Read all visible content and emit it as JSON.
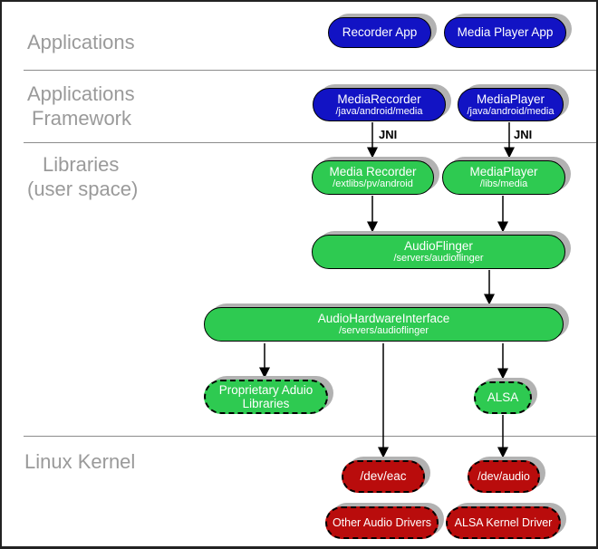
{
  "colors": {
    "app_blue": "#1213c4",
    "lib_green": "#2eca51",
    "kernel_red": "#b90c0c",
    "shadow_gray": "#b2b2b2",
    "label_gray": "#9a9a9a",
    "divider_gray": "#8c8c8c"
  },
  "layers": {
    "applications": {
      "line1": "Applications"
    },
    "framework": {
      "line1": "Applications",
      "line2": "Framework"
    },
    "libraries": {
      "line1": "Libraries",
      "line2": "(user space)"
    },
    "kernel": {
      "line1": "Linux Kernel"
    }
  },
  "labels": {
    "jni": "JNI"
  },
  "nodes": {
    "recorder_app": {
      "title": "Recorder App"
    },
    "media_player_app": {
      "title": "Media Player App"
    },
    "media_recorder_fw": {
      "title": "MediaRecorder",
      "subtitle": "/java/android/media"
    },
    "media_player_fw": {
      "title": "MediaPlayer",
      "subtitle": "/java/android/media"
    },
    "media_recorder_lib": {
      "title": "Media Recorder",
      "subtitle": "/extlibs/pv/android"
    },
    "media_player_lib": {
      "title": "MediaPlayer",
      "subtitle": "/libs/media"
    },
    "audio_flinger": {
      "title": "AudioFlinger",
      "subtitle": "/servers/audioflinger"
    },
    "audio_hardware_interface": {
      "title": "AudioHardwareInterface",
      "subtitle": "/servers/audioflinger"
    },
    "proprietary_audio_libraries": {
      "title": "Proprietary Aduio",
      "title2": "Libraries"
    },
    "alsa": {
      "title": "ALSA"
    },
    "dev_eac": {
      "title": "/dev/eac"
    },
    "dev_audio": {
      "title": "/dev/audio"
    },
    "other_audio_drivers": {
      "title": "Other Audio Drivers"
    },
    "alsa_kernel_driver": {
      "title": "ALSA Kernel Driver"
    }
  },
  "edges": [
    {
      "from": "media_recorder_fw",
      "to": "media_recorder_lib",
      "label": "JNI"
    },
    {
      "from": "media_player_fw",
      "to": "media_player_lib",
      "label": "JNI"
    },
    {
      "from": "media_recorder_lib",
      "to": "audio_flinger",
      "label": ""
    },
    {
      "from": "media_player_lib",
      "to": "audio_flinger",
      "label": ""
    },
    {
      "from": "audio_flinger",
      "to": "audio_hardware_interface",
      "label": ""
    },
    {
      "from": "audio_hardware_interface",
      "to": "proprietary_audio_libraries",
      "label": ""
    },
    {
      "from": "audio_hardware_interface",
      "to": "dev_eac",
      "label": ""
    },
    {
      "from": "audio_hardware_interface",
      "to": "alsa",
      "label": ""
    },
    {
      "from": "alsa",
      "to": "dev_audio",
      "label": ""
    }
  ]
}
